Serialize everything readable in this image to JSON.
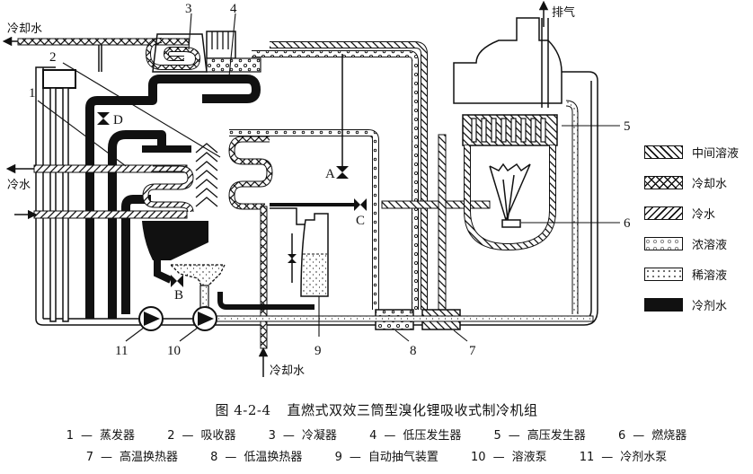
{
  "figure": {
    "number": "图 4-2-4",
    "title": "直燃式双效三筒型溴化锂吸收式制冷机组"
  },
  "flow_labels": {
    "cooling_water_out": "冷却水",
    "cooling_water_in": "冷却水",
    "chilled_water": "冷水",
    "exhaust": "排气"
  },
  "valves": [
    "A",
    "B",
    "C",
    "D"
  ],
  "callouts": [
    "1",
    "2",
    "3",
    "4",
    "5",
    "6",
    "7",
    "8",
    "9",
    "10",
    "11"
  ],
  "legend": [
    {
      "pattern": "diag-back",
      "label": "中间溶液"
    },
    {
      "pattern": "crosshatch",
      "label": "冷却水"
    },
    {
      "pattern": "diag-fwd",
      "label": "冷水"
    },
    {
      "pattern": "circles",
      "label": "浓溶液"
    },
    {
      "pattern": "dots",
      "label": "稀溶液"
    },
    {
      "pattern": "solid",
      "label": "冷剂水"
    }
  ],
  "parts": [
    {
      "num": "1",
      "name": "蒸发器"
    },
    {
      "num": "2",
      "name": "吸收器"
    },
    {
      "num": "3",
      "name": "冷凝器"
    },
    {
      "num": "4",
      "name": "低压发生器"
    },
    {
      "num": "5",
      "name": "高压发生器"
    },
    {
      "num": "6",
      "name": "燃烧器"
    },
    {
      "num": "7",
      "name": "高温换热器"
    },
    {
      "num": "8",
      "name": "低温换热器"
    },
    {
      "num": "9",
      "name": "自动抽气装置"
    },
    {
      "num": "10",
      "name": "溶液泵"
    },
    {
      "num": "11",
      "name": "冷剂水泵"
    }
  ]
}
